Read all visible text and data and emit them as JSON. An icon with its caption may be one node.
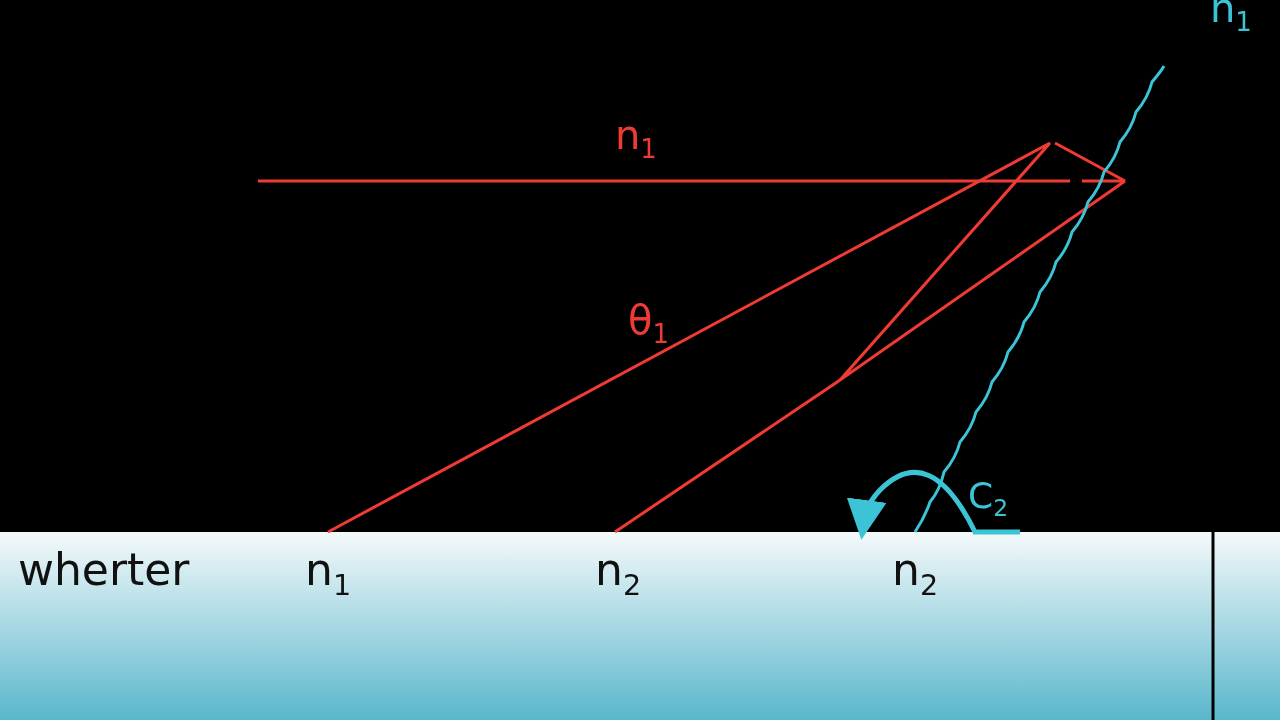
{
  "diagram": {
    "labels": [
      "n$_{1}$",
      "n$_{1}$",
      "θ$_{1}$",
      "C$_{2}$",
      "wherter",
      "n$_{1}$",
      "n$_{2}$",
      "n$_{2}$"
    ]
  }
}
